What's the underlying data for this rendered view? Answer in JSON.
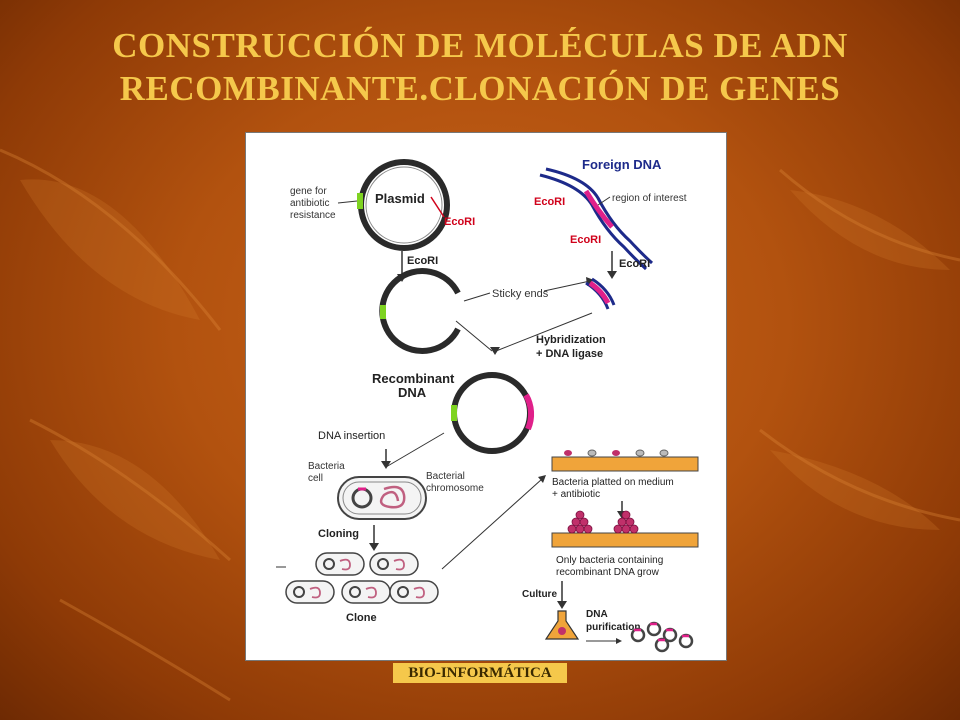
{
  "slide": {
    "title_line1": "CONSTRUCCIÓN DE MOLÉCULAS DE ADN",
    "title_line2": "RECOMBINANTE.CLONACIÓN DE GENES",
    "footer": "BIO-INFORMÁTICA"
  },
  "diagram": {
    "gene_label": [
      "gene for",
      "antibiotic",
      "resistance"
    ],
    "plasmid": "Plasmid",
    "ecori": "EcoRI",
    "foreign_dna": "Foreign DNA",
    "region_of_interest": "region of interest",
    "sticky_ends": "Sticky ends",
    "hybridization": "Hybridization",
    "dna_ligase": "+ DNA ligase",
    "recombinant": "Recombinant",
    "recombinant_dna": "DNA",
    "dna_insertion": "DNA insertion",
    "bacteria_cell": [
      "Bacteria",
      "cell"
    ],
    "bacterial_chromosome": [
      "Bacterial",
      "chromosome"
    ],
    "cloning": "Cloning",
    "clone": "Clone",
    "plated": [
      "Bacteria platted on medium",
      "+ antibiotic"
    ],
    "only_bacteria": [
      "Only bacteria containing",
      "recombinant DNA grow"
    ],
    "culture": "Culture",
    "dna_purification": [
      "DNA",
      "purification"
    ],
    "colors": {
      "plasmid": "#2a2a2a",
      "resistance_gene": "#7ed321",
      "foreign_strand_a": "#1d2a8a",
      "foreign_strand_b": "#9b1d3a",
      "insert": "#e0208a",
      "ecori_label": "#d0021b",
      "medium": "#f0a43a"
    }
  }
}
